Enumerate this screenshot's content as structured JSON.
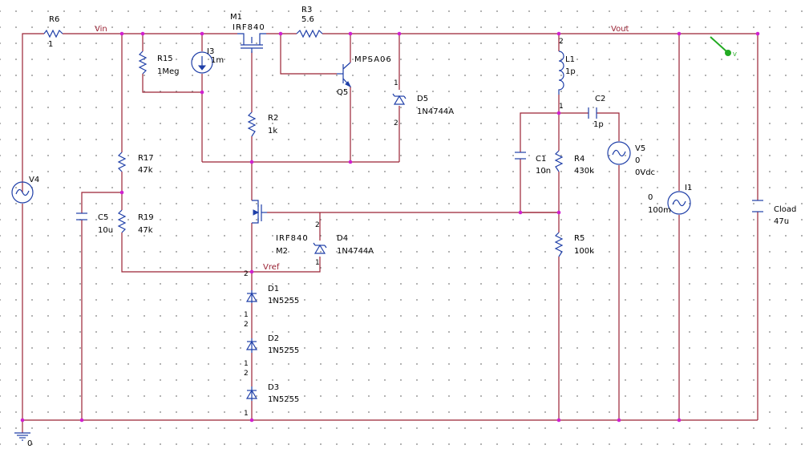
{
  "nets": {
    "vin": "Vin",
    "vout": "Vout",
    "vref": "Vref",
    "gnd": "0"
  },
  "parts": {
    "r6": {
      "ref": "R6",
      "value": "1"
    },
    "m1": {
      "ref": "M1",
      "value": "IRF840"
    },
    "r3": {
      "ref": "R3",
      "value": "5.6"
    },
    "r15": {
      "ref": "R15",
      "value": "1Meg"
    },
    "i3": {
      "ref": "I3",
      "value": "1m"
    },
    "q5": {
      "ref": "Q5",
      "value": "MPSA06"
    },
    "d5": {
      "ref": "D5",
      "value": "1N4744A"
    },
    "l1": {
      "ref": "L1",
      "value": "1p"
    },
    "c2": {
      "ref": "C2",
      "value": "1p"
    },
    "r2": {
      "ref": "R2",
      "value": "1k"
    },
    "r17": {
      "ref": "R17",
      "value": "47k"
    },
    "v4": {
      "ref": "V4"
    },
    "c1": {
      "ref": "C1",
      "value": "10n"
    },
    "r4": {
      "ref": "R4",
      "value": "430k"
    },
    "v5": {
      "ref": "V5",
      "value": "0",
      "value2": "0Vdc"
    },
    "i1": {
      "ref": "I1",
      "value": "0",
      "value2": "100m"
    },
    "cload": {
      "ref": "Cload",
      "value": "47u"
    },
    "c5": {
      "ref": "C5",
      "value": "10u"
    },
    "r19": {
      "ref": "R19",
      "value": "47k"
    },
    "m2": {
      "ref": "M2",
      "value": "IRF840"
    },
    "d4": {
      "ref": "D4",
      "value": "1N4744A"
    },
    "r5": {
      "ref": "R5",
      "value": "100k"
    },
    "d1": {
      "ref": "D1",
      "value": "1N5255"
    },
    "d2": {
      "ref": "D2",
      "value": "1N5255"
    },
    "d3": {
      "ref": "D3",
      "value": "1N5255"
    }
  },
  "pins": {
    "p1": "1",
    "p2": "2"
  },
  "probe": {
    "label": "V"
  },
  "colors": {
    "wire": "#9b2335",
    "component": "#1f3fa8",
    "junction": "#d020d0",
    "probe": "#22aa22"
  }
}
